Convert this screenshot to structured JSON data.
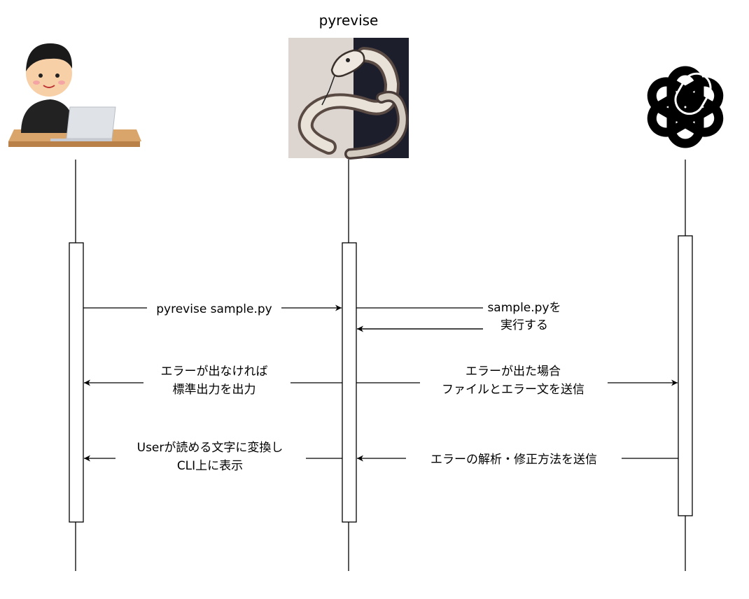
{
  "diagram": {
    "type": "sequence",
    "participants": [
      {
        "id": "user",
        "icon": "user-at-laptop-icon",
        "label": ""
      },
      {
        "id": "pyrevise",
        "icon": "snake-logo-icon",
        "label": "pyrevise"
      },
      {
        "id": "openai",
        "icon": "openai-logo-icon",
        "label": ""
      }
    ],
    "messages": [
      {
        "id": "m1",
        "from": "user",
        "to": "pyrevise",
        "lines": [
          "pyrevise sample.py"
        ]
      },
      {
        "id": "m2",
        "from": "pyrevise",
        "to": "pyrevise",
        "lines": [
          "sample.pyを",
          "実行する"
        ]
      },
      {
        "id": "m3",
        "from": "pyrevise",
        "to": "user",
        "lines": [
          "エラーが出なければ",
          "標準出力を出力"
        ]
      },
      {
        "id": "m4",
        "from": "pyrevise",
        "to": "openai",
        "lines": [
          "エラーが出た場合",
          "ファイルとエラー文を送信"
        ]
      },
      {
        "id": "m5",
        "from": "pyrevise",
        "to": "user",
        "lines": [
          "Userが読める文字に変換し",
          "CLI上に表示"
        ]
      },
      {
        "id": "m6",
        "from": "openai",
        "to": "pyrevise",
        "lines": [
          "エラーの解析・修正方法を送信"
        ]
      }
    ],
    "colors": {
      "line": "#000000",
      "background": "#ffffff"
    }
  }
}
